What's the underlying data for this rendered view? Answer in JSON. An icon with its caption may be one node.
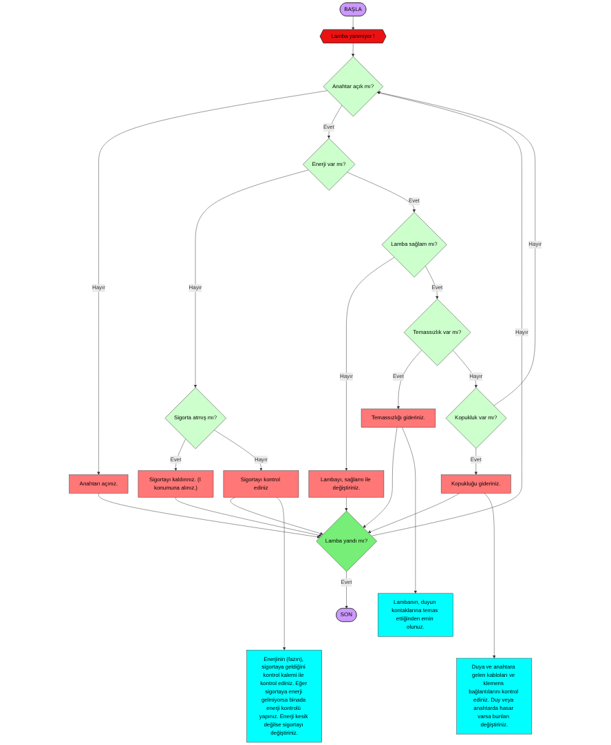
{
  "diagram": {
    "nodes": [
      {
        "text": [
          "BAŞLA"
        ]
      },
      {
        "text": [
          "Lamba yanmıyor !"
        ]
      },
      {
        "text": [
          "Anahtar açık mı?"
        ]
      },
      {
        "text": [
          "Anahtarı açınız."
        ]
      },
      {
        "text": [
          "Lamba yandı mı?"
        ]
      },
      {
        "text": [
          "SON"
        ]
      },
      {
        "text": [
          "Enerji var mı?"
        ]
      },
      {
        "text": [
          "Sigorta atmış mı?"
        ]
      },
      {
        "text": [
          "Sigortayı kaldırınız. (I konumuna alınız.)"
        ]
      },
      {
        "text": [
          "Sigortayı kontrol ediniz"
        ]
      },
      {
        "text": [
          "Enerjinin (fazın), sigortaya geldiğini kontrol kalemi ile kontrol ediniz. Eğer sigortaya enerji gelmiyorsa binada enerji kontrolü yapınız. Enerji kesik değilse sigortayı değiştiriniz."
        ]
      },
      {
        "text": [
          "Lamba sağlam mı?"
        ]
      },
      {
        "text": [
          "Lambayı, sağlamı ile değiştiriniz."
        ]
      },
      {
        "text": [
          "Temassızlık var mı?"
        ]
      },
      {
        "text": [
          "Temassızlığı gideriniz."
        ]
      },
      {
        "text": [
          "Lambanın, duyun kontaklarına temas ettiğinden emin olunuz."
        ]
      },
      {
        "text": [
          "Kopukluk var mı?"
        ]
      },
      {
        "text": [
          "Kopukluğu gideriniz."
        ]
      },
      {
        "text": [
          "Duya ve anahtara gelen kabloları ve klemens bağlantılarını kontrol ediniz. Duy veya anahtarda hasar varsa bunları değiştiriniz."
        ]
      }
    ],
    "edges": [
      {
        "from": 0,
        "to": 1,
        "arrow": "to"
      },
      {
        "from": 1,
        "to": 2,
        "arrow": "to"
      },
      {
        "from": 2,
        "to": 3,
        "label": "Hayır",
        "arrow": "to"
      },
      {
        "from": 3,
        "to": 4,
        "arrow": "to"
      },
      {
        "from": 4,
        "to": 5,
        "label": "Evet",
        "arrow": "to"
      },
      {
        "from": 4,
        "to": 2,
        "label": "Hayır",
        "arrow": "to"
      },
      {
        "from": 2,
        "to": 6,
        "label": "Evet",
        "arrow": "to"
      },
      {
        "from": 6,
        "to": 7,
        "label": "Hayır",
        "arrow": "to"
      },
      {
        "from": 7,
        "to": 8,
        "label": "Evet",
        "arrow": "to"
      },
      {
        "from": 8,
        "to": 4,
        "arrow": "to"
      },
      {
        "from": 7,
        "to": 9,
        "label": "Hayır",
        "arrow": "to"
      },
      {
        "from": 9,
        "to": 4,
        "arrow": "to"
      },
      {
        "from": 9,
        "to": 10,
        "arrow": "to"
      },
      {
        "from": 6,
        "to": 11,
        "label": "Evet",
        "arrow": "to"
      },
      {
        "from": 11,
        "to": 12,
        "label": "Hayır",
        "arrow": "to"
      },
      {
        "from": 12,
        "to": 4,
        "arrow": "to"
      },
      {
        "from": 11,
        "to": 13,
        "label": "Evet",
        "arrow": "to"
      },
      {
        "from": 13,
        "to": 14,
        "label": "Evet",
        "arrow": "to"
      },
      {
        "from": 14,
        "to": 4,
        "arrow": "to"
      },
      {
        "from": 14,
        "to": 15,
        "arrow": "to"
      },
      {
        "from": 13,
        "to": 16,
        "label": "Hayır",
        "arrow": "to"
      },
      {
        "from": 16,
        "to": 17,
        "label": "Evet",
        "arrow": "to"
      },
      {
        "from": 17,
        "to": 4,
        "arrow": "to"
      },
      {
        "from": 17,
        "to": 18,
        "arrow": "to"
      },
      {
        "from": 16,
        "to": 2,
        "label": "Hayır",
        "arrow": "to"
      }
    ]
  }
}
